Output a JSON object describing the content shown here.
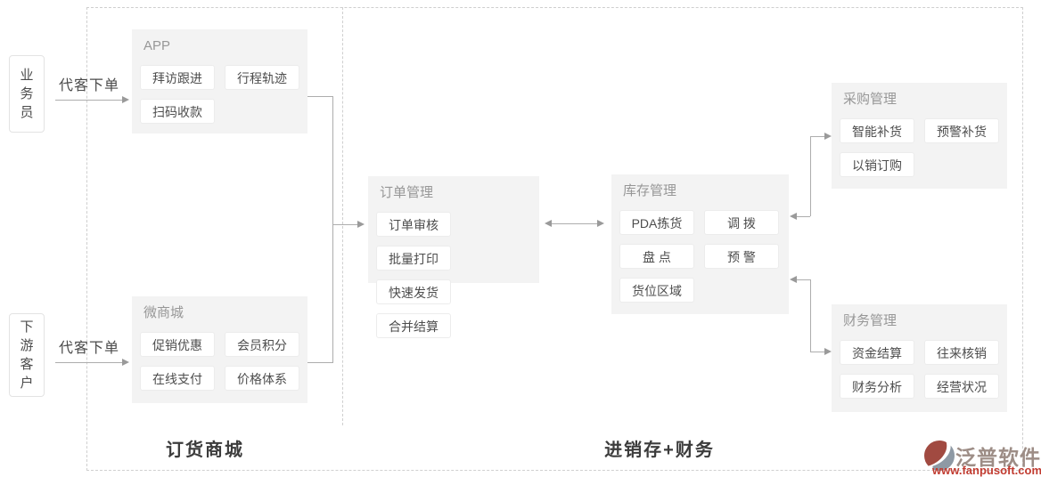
{
  "diagram": {
    "actors": {
      "salesperson": "业务员",
      "customer": "下游客户"
    },
    "flow_labels": {
      "salesperson_to_app": "代客下单",
      "customer_to_mall": "代客下单"
    },
    "groups": {
      "app": {
        "title": "APP",
        "buttons": [
          "拜访跟进",
          "行程轨迹",
          "扫码收款"
        ]
      },
      "mall": {
        "title": "微商城",
        "buttons": [
          "促销优惠",
          "会员积分",
          "在线支付",
          "价格体系"
        ]
      },
      "order": {
        "title": "订单管理",
        "buttons": [
          "订单审核",
          "批量打印",
          "快速发货",
          "合并结算"
        ]
      },
      "inventory": {
        "title": "库存管理",
        "buttons": [
          "PDA拣货",
          "调 拨",
          "盘 点",
          "预 警",
          "货位区域"
        ]
      },
      "purchase": {
        "title": "采购管理",
        "buttons": [
          "智能补货",
          "预警补货",
          "以销订购"
        ]
      },
      "finance": {
        "title": "财务管理",
        "buttons": [
          "资金结算",
          "往来核销",
          "财务分析",
          "经营状况"
        ]
      }
    },
    "sections": {
      "left": "订货商城",
      "right": "进销存+财务"
    },
    "watermark": {
      "brand": "泛普软件",
      "url": "www.fanpusoft.com"
    },
    "colors": {
      "group_bg": "#f3f3f3",
      "chip_border": "#ececec",
      "chip_text": "#4d4d4d",
      "line": "#adadad",
      "dashed_border": "#cfcfcf",
      "logo_red": "#a14a41",
      "logo_gray_blue": "#8e99a4",
      "url_red": "#c13b30"
    }
  }
}
